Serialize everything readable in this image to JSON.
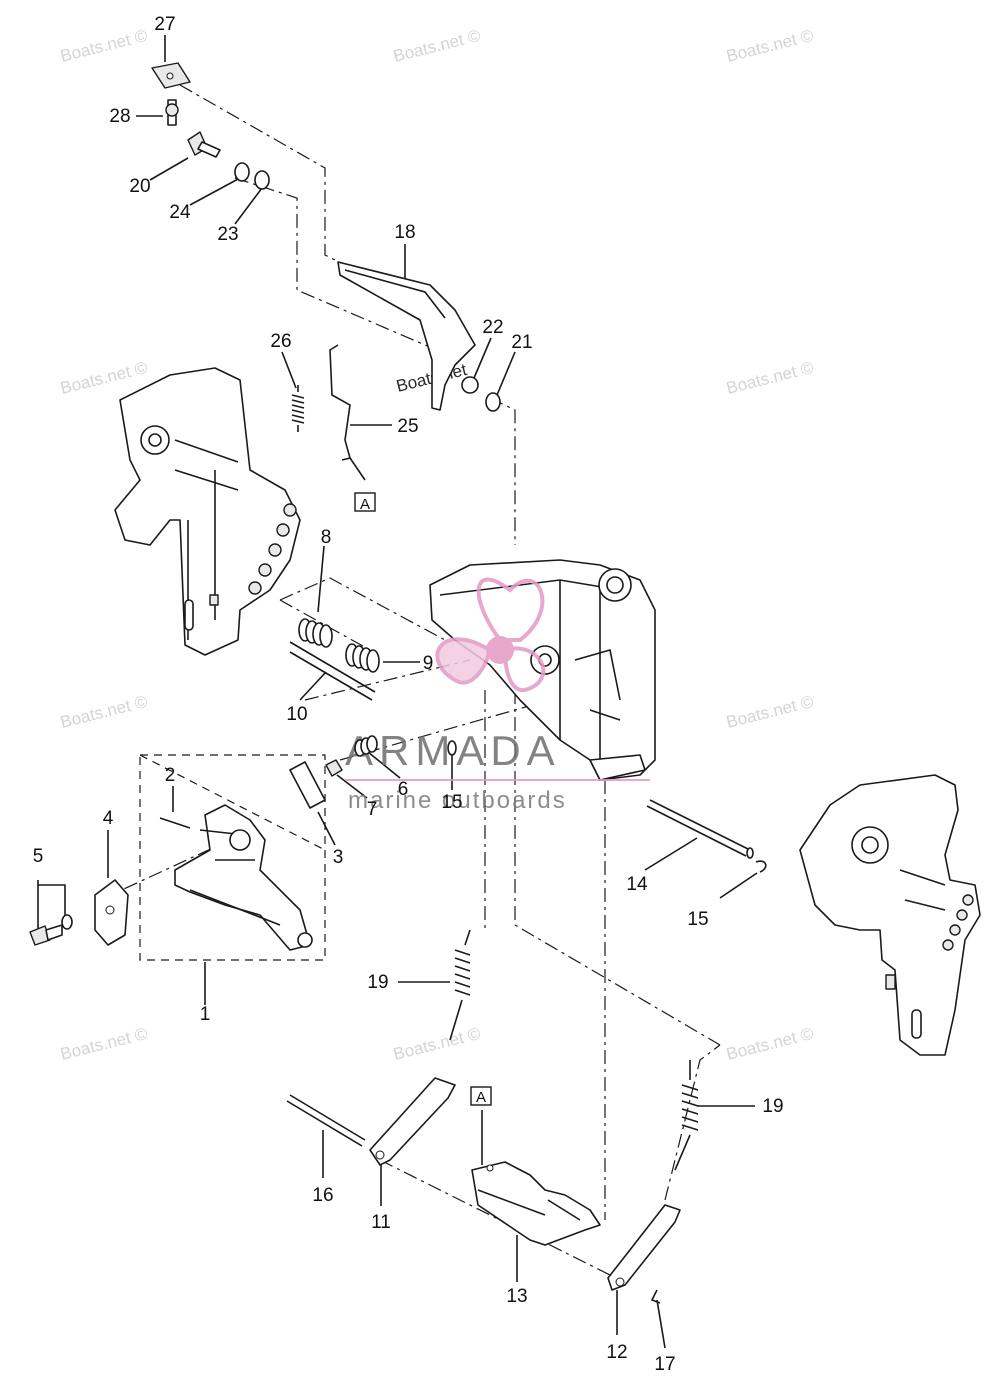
{
  "watermarks": [
    "Boats.net ©",
    "Boats.net ©",
    "Boats.net ©",
    "Boats.net ©",
    "Boats.net",
    "Boats.net ©",
    "Boats.net ©",
    "Boats.net ©",
    "Boats.net ©",
    "Boats.net ©",
    "Boats.net ©"
  ],
  "brand": {
    "name": "ARMADA",
    "tagline": "marine outboards",
    "accent": "#e59ac4"
  },
  "labels": {
    "p27": "27",
    "p28": "28",
    "p20": "20",
    "p24": "24",
    "p23": "23",
    "p18": "18",
    "p22": "22",
    "p21": "21",
    "p26": "26",
    "p25": "25",
    "refA1": "A",
    "p8": "8",
    "p9": "9",
    "p10": "10",
    "p2": "2",
    "p4": "4",
    "p5": "5",
    "p6": "6",
    "p7": "7",
    "p15a": "15",
    "p3": "3",
    "p1": "1",
    "p14": "14",
    "p15b": "15",
    "p19a": "19",
    "p19b": "19",
    "refA2": "A",
    "p16": "16",
    "p11": "11",
    "p13": "13",
    "p12": "12",
    "p17": "17"
  }
}
